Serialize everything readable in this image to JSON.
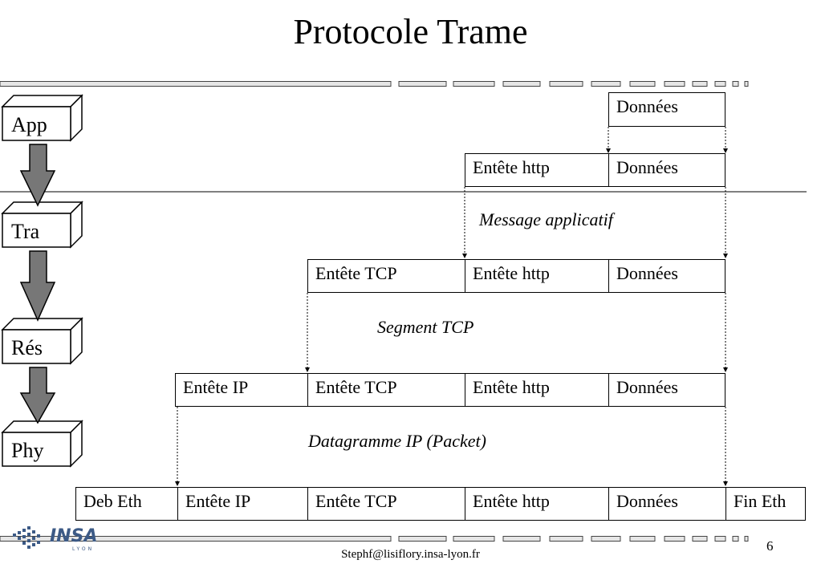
{
  "slide": {
    "title": "Protocole Trame",
    "footer_email": "Stephf@lisiflory.insa-lyon.fr",
    "page_number": "6",
    "logo": {
      "text": "INSA",
      "subtext": "LYON",
      "color": "#3c5a86"
    }
  },
  "layers": [
    "App",
    "Tra",
    "Rés",
    "Phy"
  ],
  "rows": {
    "app_top": [
      "Données"
    ],
    "app": [
      "Entête http",
      "Données"
    ],
    "transport": [
      "Entête TCP",
      "Entête http",
      "Données"
    ],
    "network": [
      "Entête IP",
      "Entête TCP",
      "Entête http",
      "Données"
    ],
    "link": [
      "Deb Eth",
      "Entête IP",
      "Entête TCP",
      "Entête http",
      "Données",
      "Fin Eth"
    ]
  },
  "captions": {
    "message": "Message applicatif",
    "segment": "Segment TCP",
    "datagram": "Datagramme IP (Packet)"
  },
  "colors": {
    "arrow_fill": "#777777",
    "box_face": "#ffffff"
  }
}
